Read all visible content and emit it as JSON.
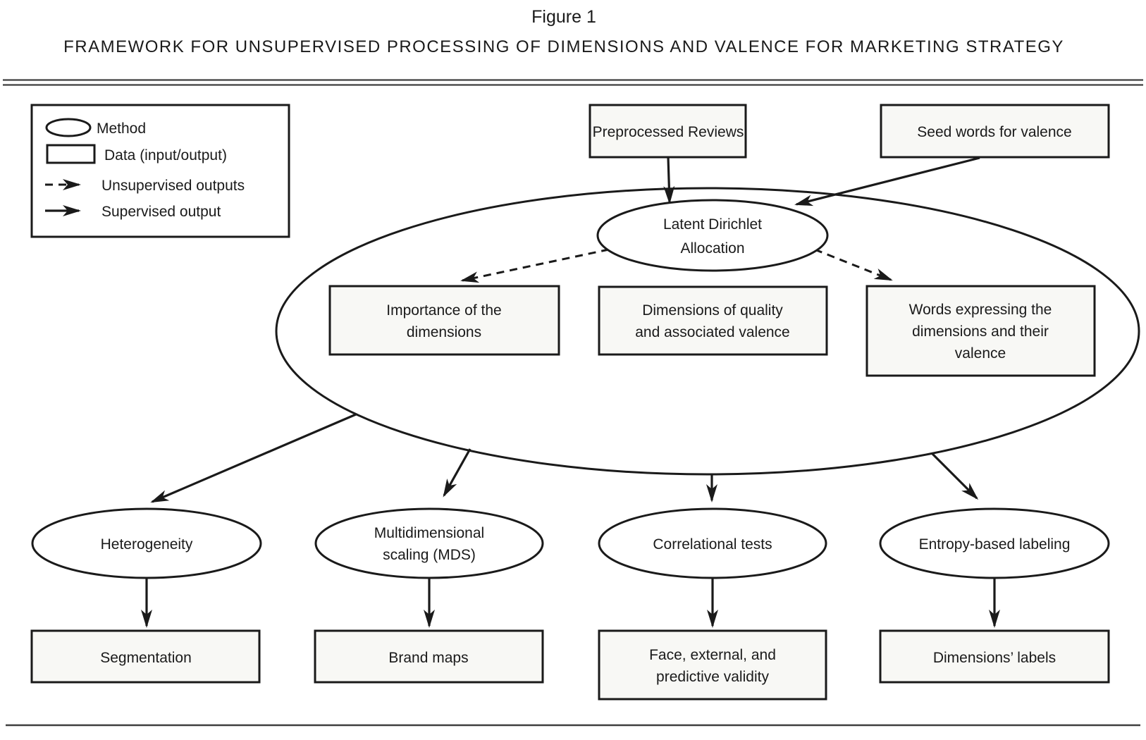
{
  "figure": {
    "label": "Figure 1",
    "title": "FRAMEWORK FOR UNSUPERVISED PROCESSING OF DIMENSIONS AND VALENCE FOR MARKETING STRATEGY"
  },
  "legend": {
    "method_label": "Method",
    "data_label": "Data (input/output)",
    "unsupervised_label": "Unsupervised outputs",
    "supervised_label": "Supervised output"
  },
  "nodes": {
    "preprocessed_reviews": {
      "label": "Preprocessed Reviews"
    },
    "seed_words": {
      "label": "Seed words for valence"
    },
    "lda": {
      "line1": "Latent Dirichlet",
      "line2": "Allocation"
    },
    "importance": {
      "line1": "Importance of the",
      "line2": "dimensions"
    },
    "dimensions_quality": {
      "line1": "Dimensions of quality",
      "line2": "and associated valence"
    },
    "words_expressing": {
      "line1": "Words expressing the",
      "line2": "dimensions and their",
      "line3": "valence"
    },
    "heterogeneity": {
      "label": "Heterogeneity"
    },
    "mds": {
      "line1": "Multidimensional",
      "line2": "scaling (MDS)"
    },
    "correlational": {
      "label": "Correlational tests"
    },
    "entropy": {
      "label": "Entropy-based labeling"
    },
    "segmentation": {
      "label": "Segmentation"
    },
    "brand_maps": {
      "label": "Brand maps"
    },
    "validity": {
      "line1": "Face, external, and",
      "line2": "predictive validity"
    },
    "dimensions_labels": {
      "label": "Dimensions’ labels"
    }
  },
  "colors": {
    "ink": "#1a1a1a",
    "box_fill": "#f8f8f5",
    "ellipse_fill": "#ffffff",
    "rule": "#3f3f3f",
    "background": "#ffffff"
  }
}
